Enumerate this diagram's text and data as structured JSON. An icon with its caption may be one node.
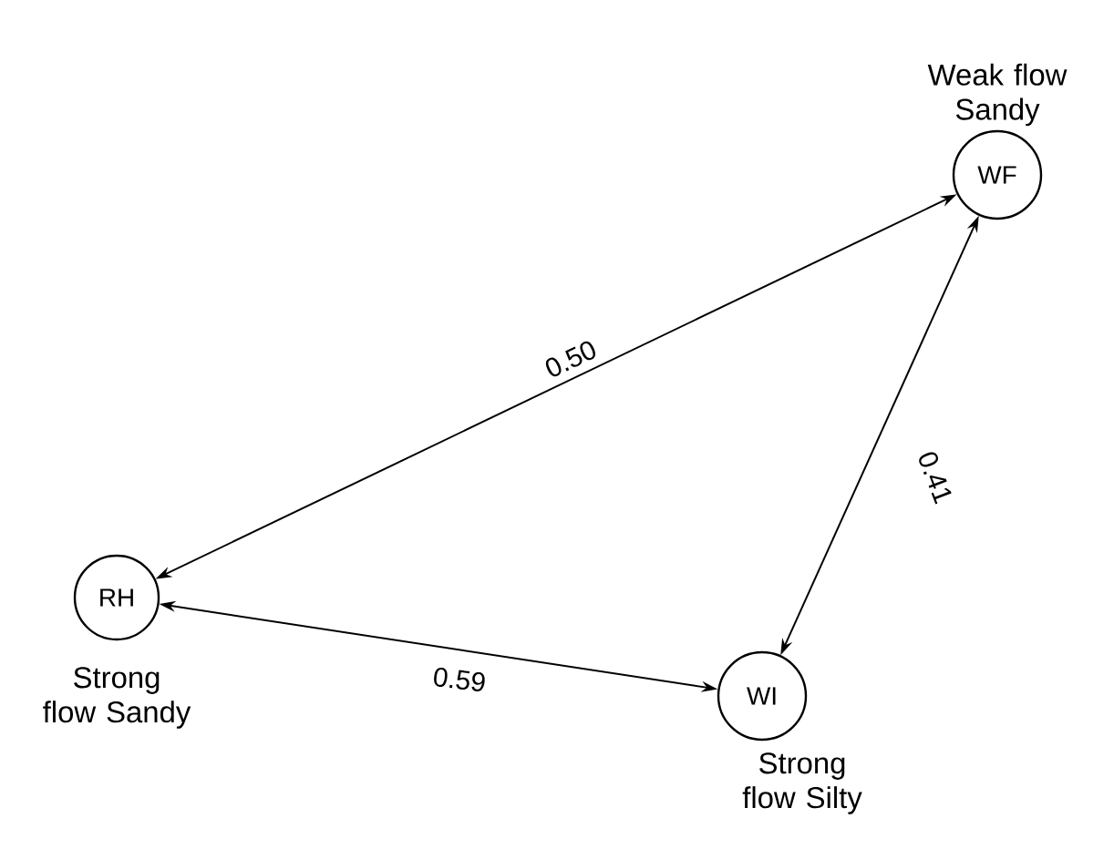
{
  "diagram": {
    "nodes": [
      {
        "text": [
          "WF"
        ],
        "beside": [
          "Weak flow Sandy"
        ]
      },
      {
        "text": [
          "RH"
        ],
        "beside": [
          "Strong flow Sandy"
        ]
      },
      {
        "text": [
          "WI"
        ],
        "beside": [
          "Strong flow Silty"
        ]
      }
    ],
    "edges": [
      {
        "from": 1,
        "to": 0,
        "arrow": "both",
        "label": "0.50"
      },
      {
        "from": 2,
        "to": 0,
        "arrow": "both",
        "label": "0.41"
      },
      {
        "from": 1,
        "to": 2,
        "arrow": "both",
        "label": "0.59"
      }
    ]
  }
}
